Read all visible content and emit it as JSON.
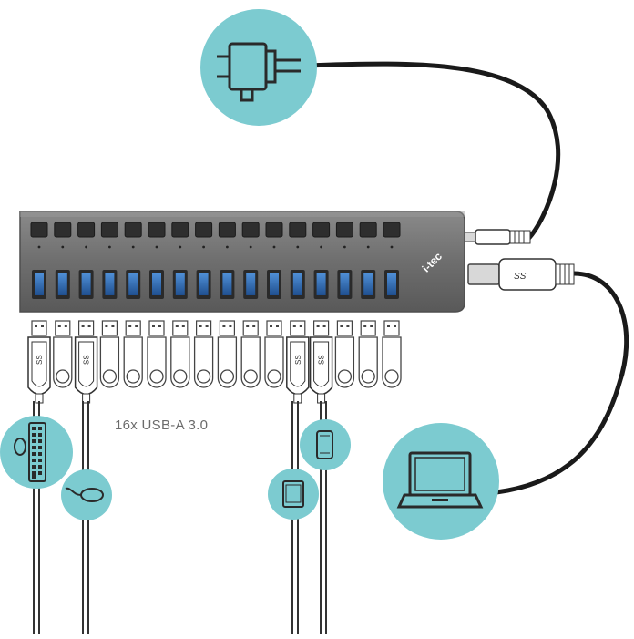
{
  "diagram": {
    "caption": "16x USB-A 3.0",
    "brand_logo": "i-tec",
    "port_count": 16,
    "usb_plug_symbol": "SS",
    "devices": [
      "power-adapter",
      "laptop",
      "keyboard",
      "mouse",
      "tablet",
      "smartphone"
    ],
    "colors": {
      "accent": "#7ccbd0",
      "hub_body": "#6b6b6b",
      "usb_port_blue": "#2f6fb5",
      "cable": "#1a1a1a",
      "drive_outline": "#444444"
    }
  }
}
